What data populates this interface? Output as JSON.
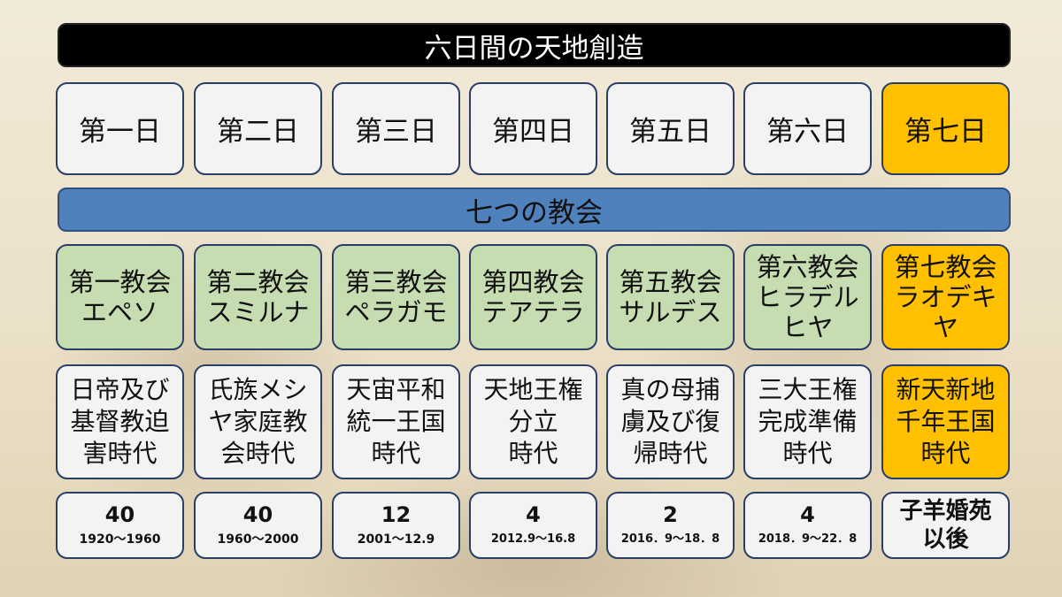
{
  "title": "六日間の天地創造",
  "churches_heading": "七つの教会",
  "days": [
    "第一日",
    "第二日",
    "第三日",
    "第四日",
    "第五日",
    "第六日",
    "第七日"
  ],
  "churches": [
    [
      "第一教会",
      "エペソ"
    ],
    [
      "第二教会",
      "スミルナ"
    ],
    [
      "第三教会",
      "ペラガモ"
    ],
    [
      "第四教会",
      "テアテラ"
    ],
    [
      "第五教会",
      "サルデス"
    ],
    [
      "第六教会",
      "ヒラデル",
      "ヒヤ"
    ],
    [
      "第七教会",
      "ラオデキ",
      "ヤ"
    ]
  ],
  "eras": [
    [
      "日帝及び",
      "基督教迫",
      "害時代"
    ],
    [
      "氏族メシ",
      "ヤ家庭教",
      "会時代"
    ],
    [
      "天宙平和",
      "統一王国",
      "時代"
    ],
    [
      "天地王権",
      "分立",
      "時代"
    ],
    [
      "真の母捕",
      "虜及び復",
      "帰時代"
    ],
    [
      "三大王権",
      "完成準備",
      "時代"
    ],
    [
      "新天新地",
      "千年王国",
      "時代"
    ]
  ],
  "years": [
    {
      "value": "40",
      "range": "1920～1960"
    },
    {
      "value": "40",
      "range": "1960～2000"
    },
    {
      "value": "12",
      "range": "2001～12.9"
    },
    {
      "value": "4",
      "range": "2012.9～16.8"
    },
    {
      "value": "2",
      "range": "2016．9～18．8"
    },
    {
      "value": "4",
      "range": "2018．9～22．8"
    }
  ],
  "last_years": [
    "子羊婚苑",
    "以後"
  ],
  "colors": {
    "title_bg": "#000000",
    "heading_bg": "#4f81bd",
    "church_bg": "#c6dcb1",
    "highlight": "#ffc000",
    "box_bg": "#f3f3f3",
    "border": "#2a3f66"
  }
}
